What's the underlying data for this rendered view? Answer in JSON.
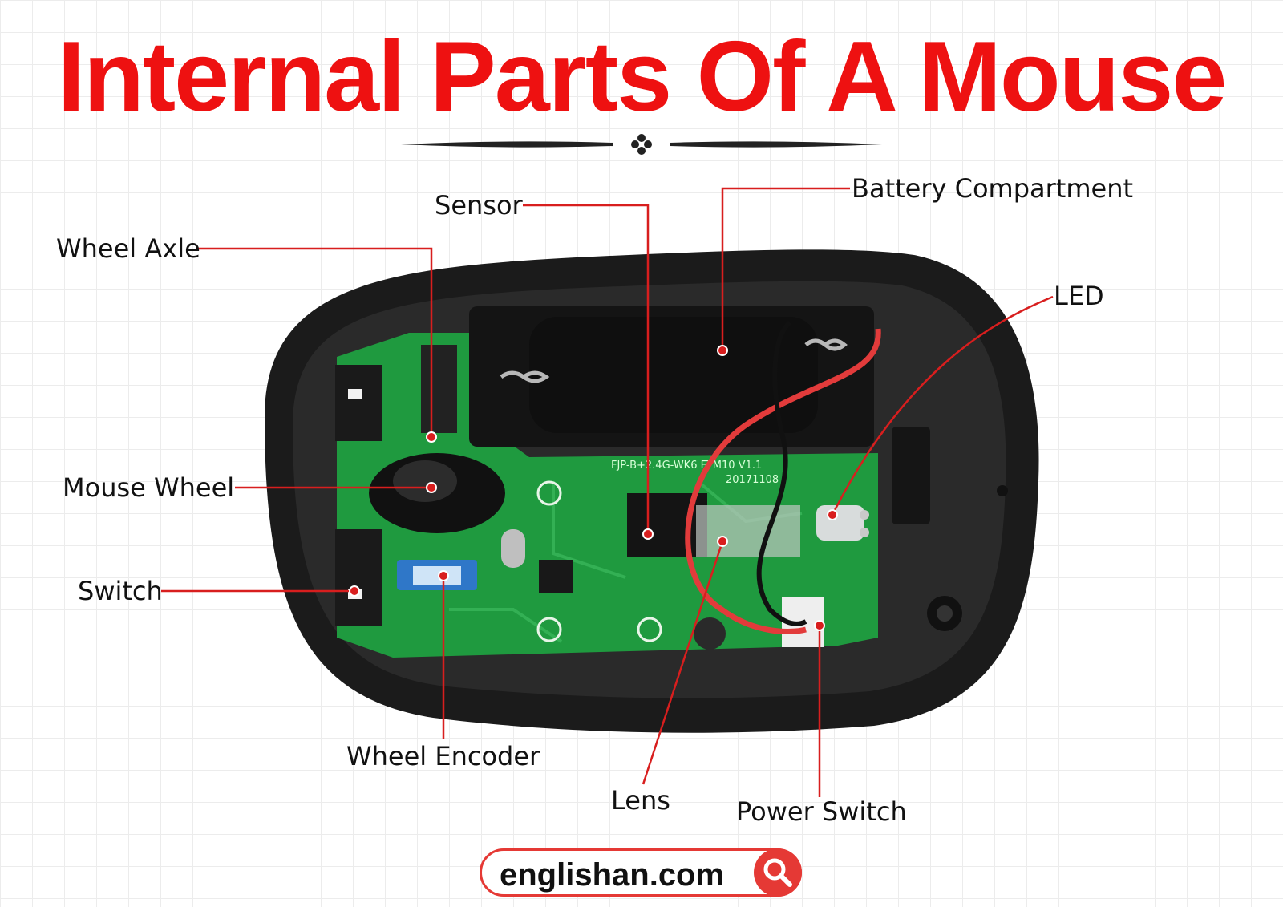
{
  "title": "Internal Parts Of A Mouse",
  "labels": {
    "battery_compartment": "Battery Compartment",
    "sensor": "Sensor",
    "wheel_axle": "Wheel Axle",
    "led": "LED",
    "mouse_wheel": "Mouse Wheel",
    "switch": "Switch",
    "wheel_encoder": "Wheel Encoder",
    "lens": "Lens",
    "power_switch": "Power Switch"
  },
  "pcb_silkscreen": {
    "model": "FJP-B+2.4G-WK6 FTM10 V1.1",
    "date": "20171108"
  },
  "footer": {
    "site": "englishan.com",
    "search_icon": "search-icon"
  },
  "colors": {
    "title": "#ee1111",
    "leader_lines": "#d81e1e",
    "pcb": "#1f9a3f",
    "shell": "#1b1b1b"
  }
}
